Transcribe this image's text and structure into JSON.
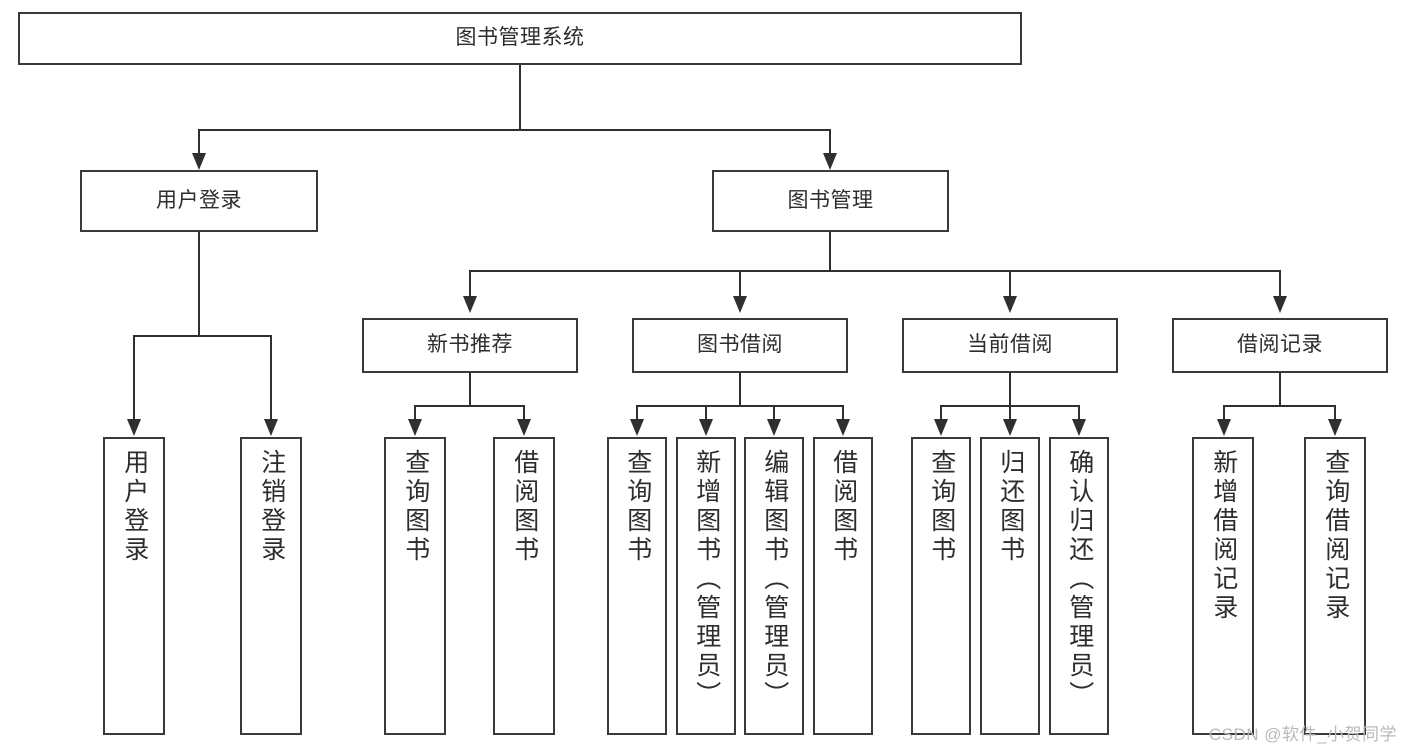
{
  "diagram": {
    "type": "tree-hierarchy-chart",
    "title": "图书管理系统",
    "style": {
      "background": "#ffffff",
      "box_border": "#3a3a3a",
      "connector": "#2f2f2f",
      "text": "#2d2d2d",
      "watermark": "#b9b9b9"
    },
    "root": {
      "label": "图书管理系统",
      "level": 1
    },
    "level2": [
      {
        "label": "用户登录"
      },
      {
        "label": "图书管理"
      }
    ],
    "level3": [
      {
        "label": "新书推荐"
      },
      {
        "label": "图书借阅"
      },
      {
        "label": "当前借阅"
      },
      {
        "label": "借阅记录"
      }
    ],
    "leaves": {
      "user_login": [
        {
          "label": "用户登录"
        },
        {
          "label": "注销登录"
        }
      ],
      "new_book_recommend": [
        {
          "label": "查询图书"
        },
        {
          "label": "借阅图书"
        }
      ],
      "book_borrow": [
        {
          "label": "查询图书"
        },
        {
          "label": "新增图书（管理员）"
        },
        {
          "label": "编辑图书（管理员）"
        },
        {
          "label": "借阅图书"
        }
      ],
      "current_borrow": [
        {
          "label": "查询图书"
        },
        {
          "label": "归还图书"
        },
        {
          "label": "确认归还（管理员）"
        }
      ],
      "borrow_record": [
        {
          "label": "新增借阅记录"
        },
        {
          "label": "查询借阅记录"
        }
      ]
    }
  },
  "watermark": {
    "text": "CSDN @软件_小贺同学"
  }
}
